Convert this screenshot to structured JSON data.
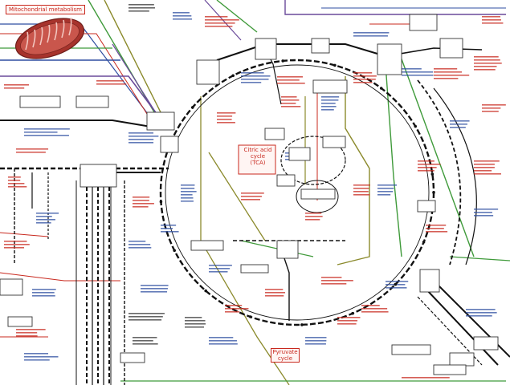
{
  "header": {
    "label": "Mitochondrial metabolism"
  },
  "center": {
    "label_lines": [
      "Citric acid",
      "cycle",
      "(TCA)"
    ]
  },
  "bottom": {
    "label_lines": [
      "Pyruvate",
      "cycle"
    ]
  },
  "colors": {
    "main_cycle": "#111111",
    "accent_red": "#c8281e",
    "accent_blue": "#2e4da0",
    "accent_green": "#3f9a3a",
    "accent_olive": "#8b8a2c",
    "accent_purple": "#6a4a9a",
    "mitochondrion": "#a7332c"
  },
  "icons": [
    "mitochondrion-icon"
  ],
  "nodes": []
}
